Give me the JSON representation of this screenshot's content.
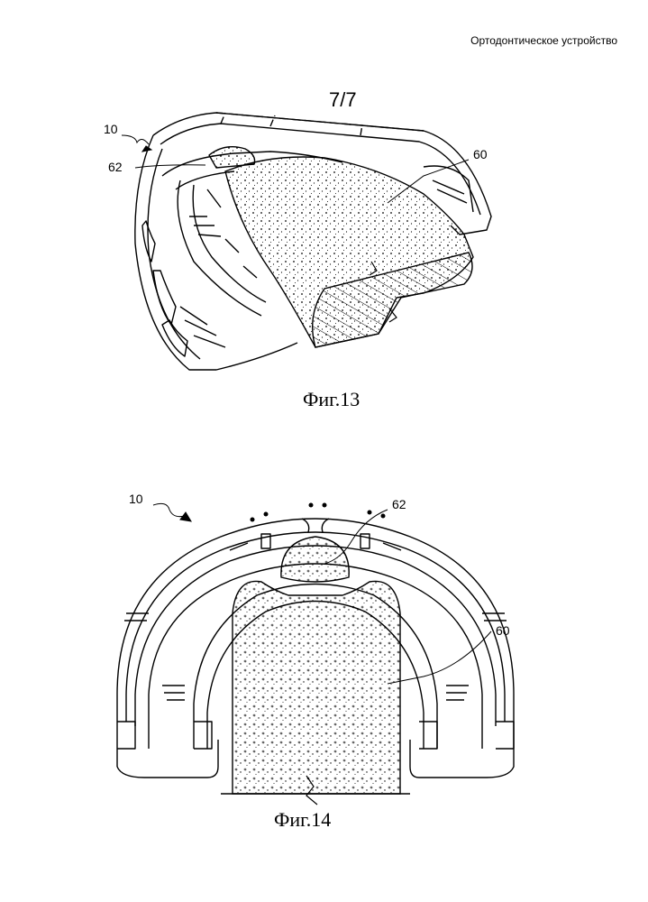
{
  "header": {
    "title": "Ортодонтическое устройство"
  },
  "sheet": {
    "number": "7/7"
  },
  "figures": [
    {
      "caption": "Фиг.13",
      "labels": {
        "device": "10",
        "bulb": "62",
        "tongue": "60"
      }
    },
    {
      "caption": "Фиг.14",
      "labels": {
        "device": "10",
        "bulb": "62",
        "tongue": "60"
      }
    }
  ]
}
